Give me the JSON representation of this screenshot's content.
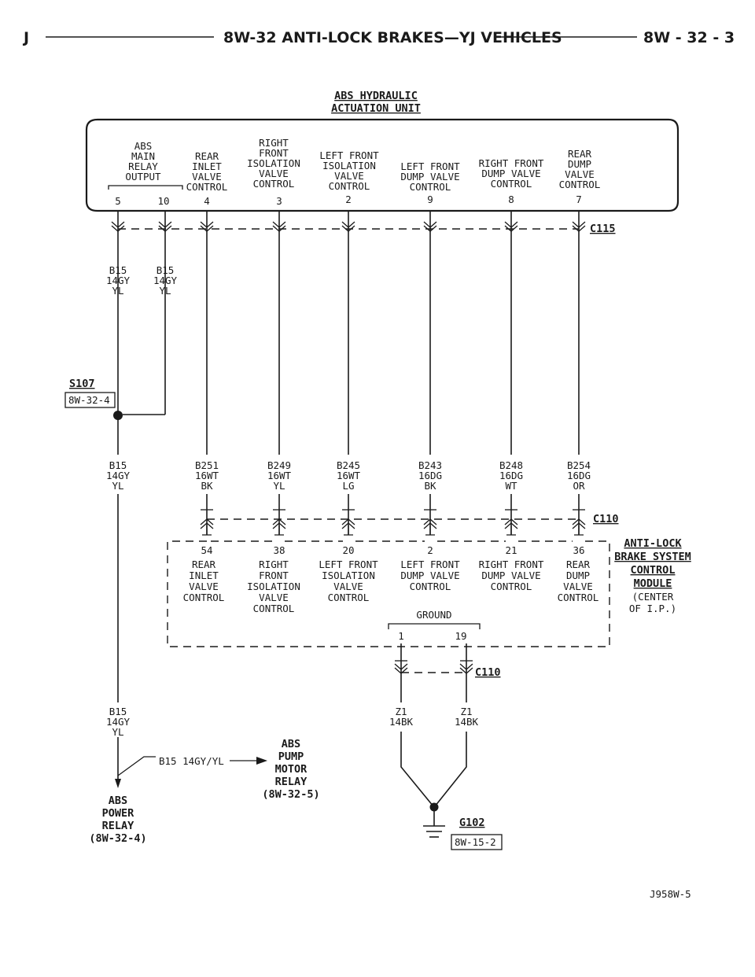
{
  "header": {
    "left": "J",
    "title": "8W-32 ANTI-LOCK BRAKES—YJ VEHICLES",
    "page": "8W - 32 - 3"
  },
  "hcu": {
    "title_1": "ABS HYDRAULIC",
    "title_2": "ACTUATION UNIT",
    "circuits": [
      {
        "lines": [
          "ABS",
          "MAIN",
          "RELAY",
          "OUTPUT"
        ],
        "pin": "5"
      },
      {
        "lines": [
          "",
          "",
          "",
          ""
        ],
        "pin": "10"
      },
      {
        "lines": [
          "REAR",
          "INLET",
          "VALVE",
          "CONTROL"
        ],
        "pin": "4"
      },
      {
        "lines": [
          "RIGHT",
          "FRONT",
          "ISOLATION",
          "VALVE",
          "CONTROL"
        ],
        "pin": "3"
      },
      {
        "lines": [
          "LEFT FRONT",
          "ISOLATION",
          "VALVE",
          "CONTROL"
        ],
        "pin": "2"
      },
      {
        "lines": [
          "LEFT FRONT",
          "DUMP VALVE",
          "CONTROL"
        ],
        "pin": "9"
      },
      {
        "lines": [
          "RIGHT FRONT",
          "DUMP VALVE",
          "CONTROL"
        ],
        "pin": "8"
      },
      {
        "lines": [
          "REAR",
          "DUMP",
          "VALVE",
          "CONTROL"
        ],
        "pin": "7"
      }
    ]
  },
  "connectors": {
    "c115": "C115",
    "c110": "C110",
    "c110b": "C110"
  },
  "splice": {
    "name": "S107",
    "ref": "8W-32-4"
  },
  "wires_upper": [
    {
      "circuit": "B15",
      "gauge": "14GY",
      "color": "YL"
    },
    {
      "circuit": "B15",
      "gauge": "14GY",
      "color": "YL"
    }
  ],
  "wires_mid": [
    {
      "circuit": "B15",
      "gauge": "14GY",
      "color": "YL"
    },
    {
      "circuit": "B251",
      "gauge": "16WT",
      "color": "BK"
    },
    {
      "circuit": "B249",
      "gauge": "16WT",
      "color": "YL"
    },
    {
      "circuit": "B245",
      "gauge": "16WT",
      "color": "LG"
    },
    {
      "circuit": "B243",
      "gauge": "16DG",
      "color": "BK"
    },
    {
      "circuit": "B248",
      "gauge": "16DG",
      "color": "WT"
    },
    {
      "circuit": "B254",
      "gauge": "16DG",
      "color": "OR"
    }
  ],
  "cab": {
    "title": [
      "ANTI-LOCK",
      "BRAKE SYSTEM",
      "CONTROL",
      "MODULE"
    ],
    "location": [
      "(CENTER",
      "OF I.P.)"
    ],
    "circuits": [
      {
        "pin": "54",
        "lines": [
          "REAR",
          "INLET",
          "VALVE",
          "CONTROL"
        ]
      },
      {
        "pin": "38",
        "lines": [
          "RIGHT",
          "FRONT",
          "ISOLATION",
          "VALVE",
          "CONTROL"
        ]
      },
      {
        "pin": "20",
        "lines": [
          "LEFT FRONT",
          "ISOLATION",
          "VALVE",
          "CONTROL"
        ]
      },
      {
        "pin": "2",
        "lines": [
          "LEFT FRONT",
          "DUMP VALVE",
          "CONTROL"
        ]
      },
      {
        "pin": "21",
        "lines": [
          "RIGHT FRONT",
          "DUMP VALVE",
          "CONTROL"
        ]
      },
      {
        "pin": "36",
        "lines": [
          "REAR",
          "DUMP",
          "VALVE",
          "CONTROL"
        ]
      }
    ],
    "ground": {
      "label": "GROUND",
      "pin_a": "1",
      "pin_b": "19"
    }
  },
  "wires_lower": {
    "b15": {
      "circuit": "B15",
      "gauge": "14GY",
      "color": "YL"
    },
    "z1a": {
      "circuit": "Z1",
      "gauge": "14BK"
    },
    "z1b": {
      "circuit": "Z1",
      "gauge": "14BK"
    }
  },
  "pump_relay": {
    "wire": "B15 14GY/YL",
    "lines": [
      "ABS",
      "PUMP",
      "MOTOR",
      "RELAY",
      "(8W-32-5)"
    ]
  },
  "power_relay": {
    "lines": [
      "ABS",
      "POWER",
      "RELAY",
      "(8W-32-4)"
    ]
  },
  "ground_point": {
    "name": "G102",
    "ref": "8W-15-2"
  },
  "figure_id": "J958W-5"
}
